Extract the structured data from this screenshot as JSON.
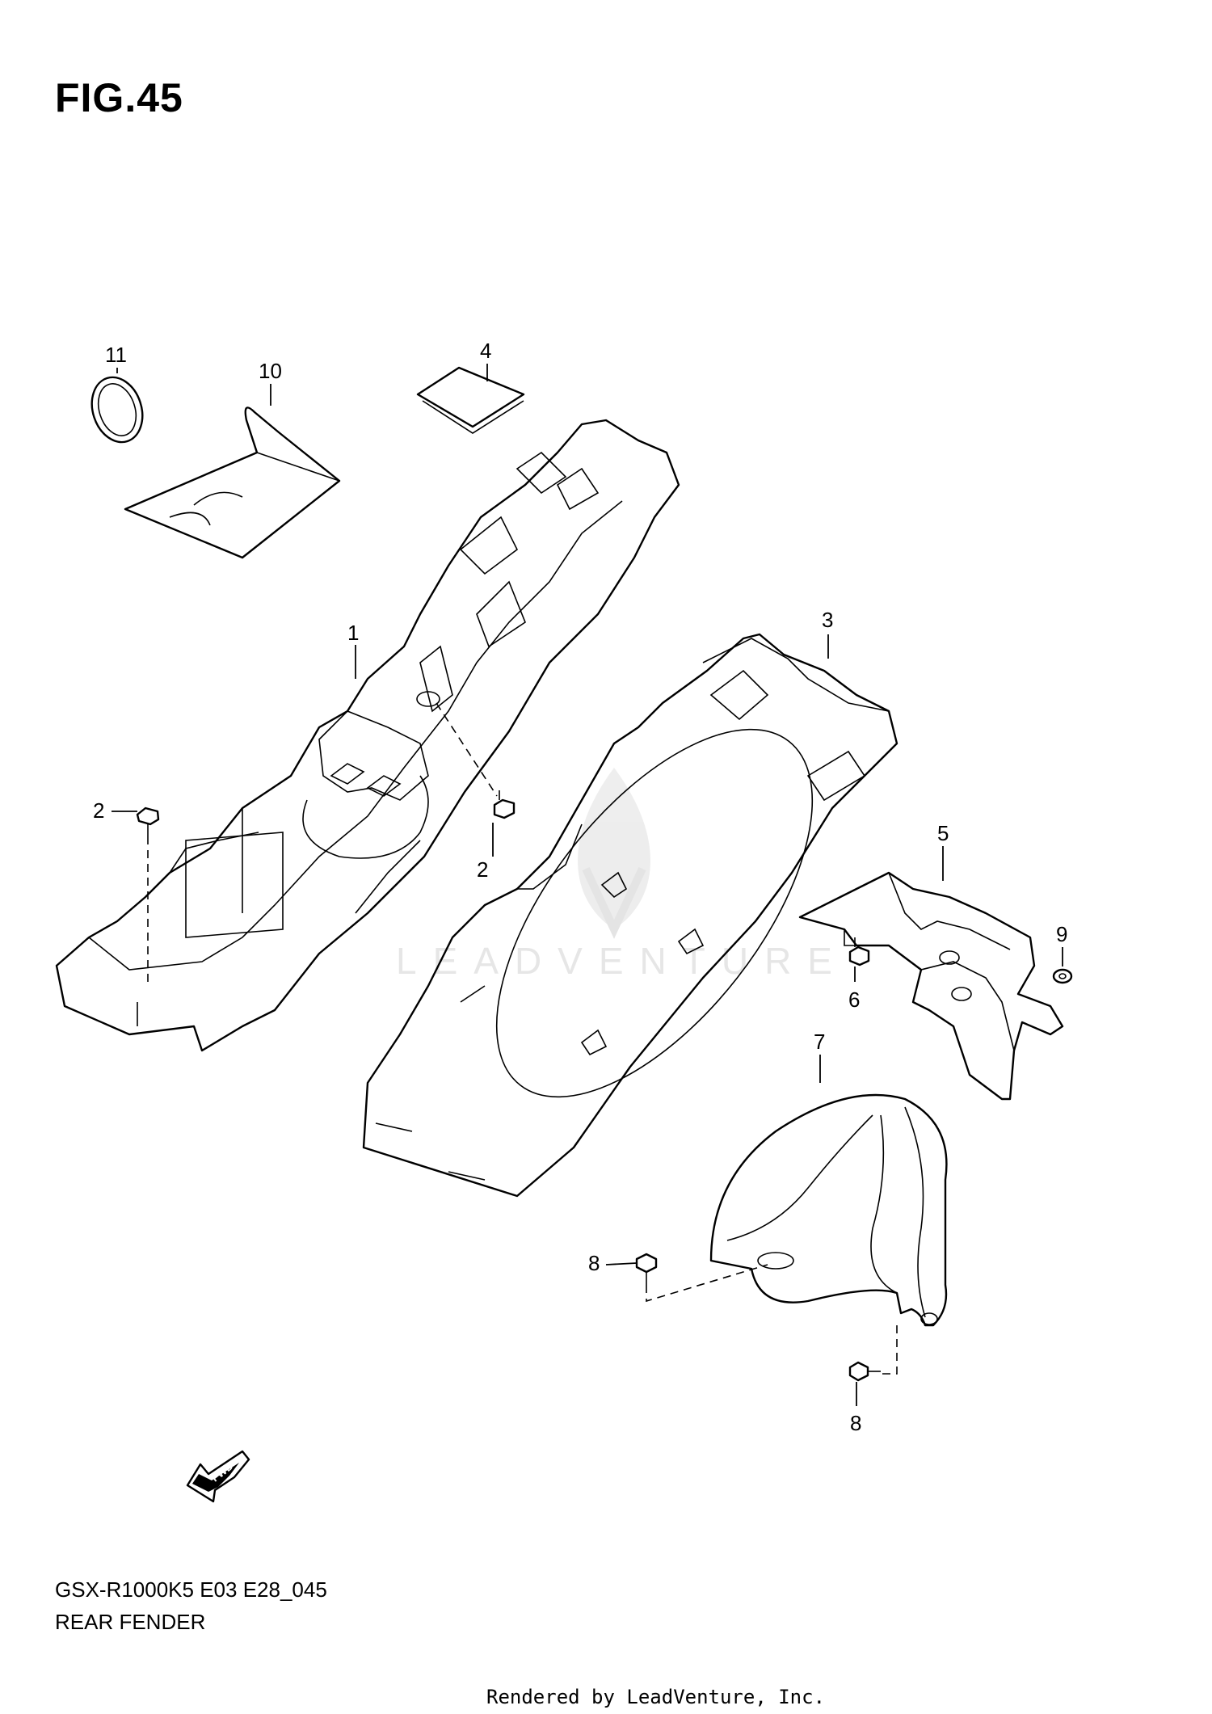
{
  "figure": {
    "title": "FIG.45",
    "fwd_label": "FWD"
  },
  "callouts": {
    "c11": "11",
    "c10": "10",
    "c4": "4",
    "c1": "1",
    "c2a": "2",
    "c2b": "2",
    "c3": "3",
    "c5": "5",
    "c6": "6",
    "c9": "9",
    "c7": "7",
    "c8a": "8",
    "c8b": "8"
  },
  "watermark": {
    "text": "LEADVENTURE"
  },
  "footer": {
    "code": "GSX-R1000K5 E03 E28_045",
    "name": "REAR FENDER",
    "credit": "Rendered by LeadVenture, Inc."
  }
}
